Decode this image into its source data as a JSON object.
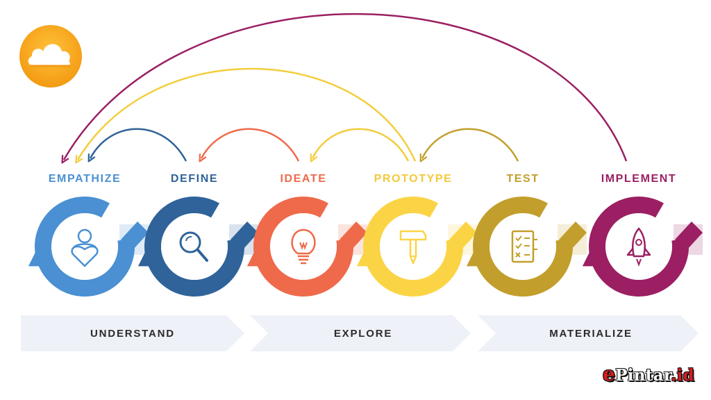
{
  "stages": [
    {
      "label": "EMPATHIZE",
      "color": "#4a90d2",
      "icon": "person-heart-icon"
    },
    {
      "label": "DEFINE",
      "color": "#2f6399",
      "icon": "magnifier-icon"
    },
    {
      "label": "IDEATE",
      "color": "#ee6a4a",
      "icon": "lightbulb-icon"
    },
    {
      "label": "PROTOTYPE",
      "color": "#fbd446",
      "icon": "hammer-pencil-icon"
    },
    {
      "label": "TEST",
      "color": "#c29f2c",
      "icon": "checklist-icon"
    },
    {
      "label": "IMPLEMENT",
      "color": "#9b1f62",
      "icon": "rocket-icon"
    }
  ],
  "phases": [
    "UNDERSTAND",
    "EXPLORE",
    "MATERIALIZE"
  ],
  "feedback_arrows": [
    {
      "from": "DEFINE",
      "to": "EMPATHIZE",
      "color": "#2f6399"
    },
    {
      "from": "IDEATE",
      "to": "DEFINE",
      "color": "#ee6a4a"
    },
    {
      "from": "PROTOTYPE",
      "to": "IDEATE",
      "color": "#fbd446"
    },
    {
      "from": "PROTOTYPE",
      "to": "EMPATHIZE",
      "color": "#fbd446"
    },
    {
      "from": "TEST",
      "to": "PROTOTYPE",
      "color": "#c29f2c"
    },
    {
      "from": "IMPLEMENT",
      "to": "EMPATHIZE",
      "color": "#9b1f62"
    }
  ],
  "logo": {
    "icon": "cloud-logo-icon",
    "color": "#f7a71a"
  },
  "brand": {
    "prefix": "e",
    "name": "Pintar",
    "suffix": ".id"
  }
}
